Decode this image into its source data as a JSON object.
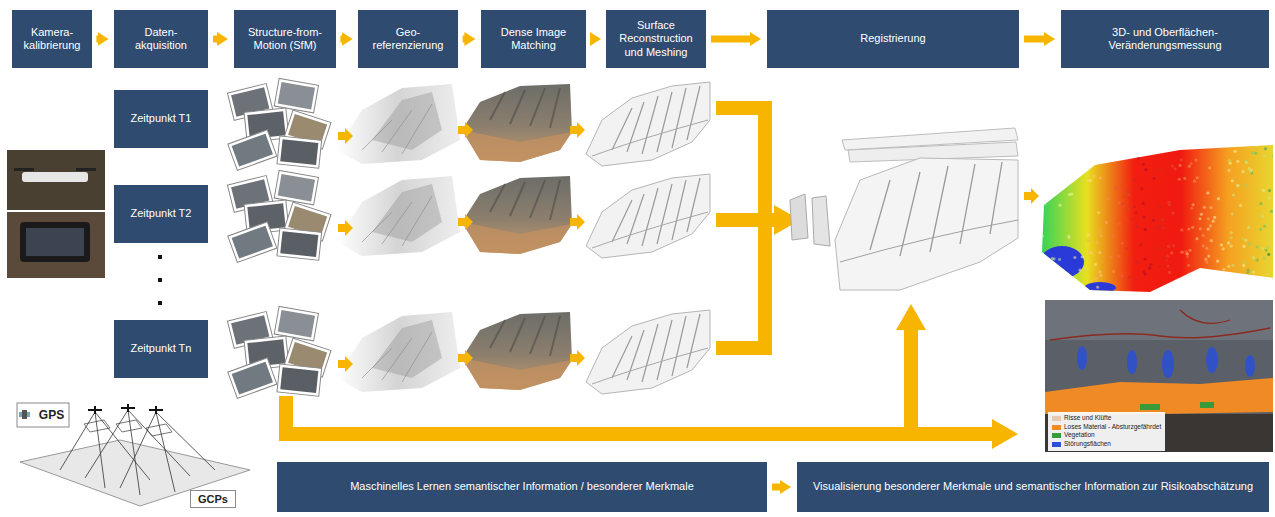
{
  "diagram": {
    "nodes": [
      {
        "text": [
          "Kamera- kalibrierung"
        ]
      },
      {
        "text": [
          "Daten- akquisition"
        ]
      },
      {
        "text": [
          "Structure-from- Motion (SfM)"
        ]
      },
      {
        "text": [
          "Geo- referenzierung"
        ]
      },
      {
        "text": [
          "Dense Image Matching"
        ]
      },
      {
        "text": [
          "Surface Reconstruction und Meshing"
        ]
      },
      {
        "text": [
          "Registrierung"
        ]
      },
      {
        "text": [
          "3D- und Oberflächen- Veränderungsmessung"
        ]
      },
      {
        "text": [
          "Zeitpunkt T1"
        ]
      },
      {
        "text": [
          "Zeitpunkt T2"
        ]
      },
      {
        "text": [
          "Zeitpunkt Tn"
        ]
      },
      {
        "text": [
          "GPS"
        ]
      },
      {
        "text": [
          "GCPs"
        ]
      },
      {
        "text": [
          "Maschinelles Lernen semantischer Information / besonderer Merkmale"
        ]
      },
      {
        "text": [
          "Visualisierung besonderer Merkmale und semantischer Information zur Risikoabschätzung"
        ]
      }
    ],
    "edges": [
      {
        "from": 0,
        "to": 1,
        "arrow": "to"
      },
      {
        "from": 1,
        "to": 2,
        "arrow": "to"
      },
      {
        "from": 2,
        "to": 3,
        "arrow": "to"
      },
      {
        "from": 3,
        "to": 4,
        "arrow": "to"
      },
      {
        "from": 4,
        "to": 5,
        "arrow": "to"
      },
      {
        "from": 5,
        "to": 6,
        "arrow": "to"
      },
      {
        "from": 6,
        "to": 7,
        "arrow": "to"
      },
      {
        "from": 13,
        "to": 14,
        "arrow": "to"
      }
    ],
    "legend": [
      {
        "text": "Risse und Klüfte",
        "color": "#e8c9b0"
      },
      {
        "text": "Loses Material - Absturzgefährdet",
        "color": "#f08a24"
      },
      {
        "text": "Vegetation",
        "color": "#3a9a3a"
      },
      {
        "text": "Störungsflächen",
        "color": "#2a4fd8"
      }
    ]
  }
}
